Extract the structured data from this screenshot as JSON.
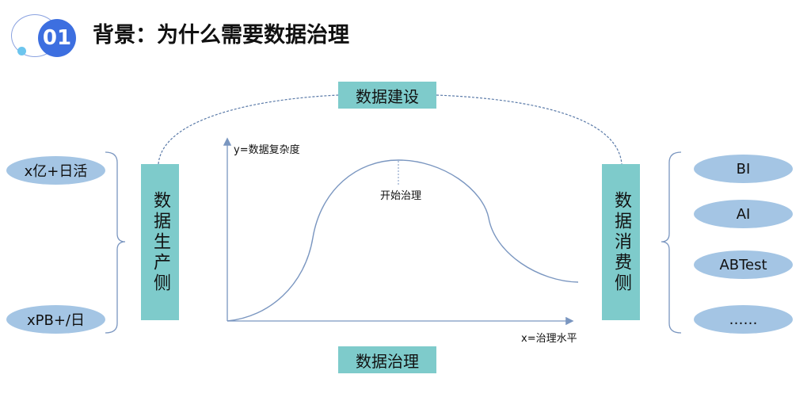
{
  "header": {
    "number": "01",
    "title": "背景：为什么需要数据治理"
  },
  "top_box": "数据建设",
  "bottom_box": "数据治理",
  "left_box": "数据生产侧",
  "right_box": "数据消费侧",
  "left_items": [
    "x亿+日活",
    "xPB+/日"
  ],
  "right_items": [
    "BI",
    "AI",
    "ABTest",
    "……"
  ],
  "chart": {
    "y_label": "y=数据复杂度",
    "x_label": "x=治理水平",
    "annotation": "开始治理"
  },
  "colors": {
    "box": "#7ecbcb",
    "ellipse": "#a4c5e4",
    "badge": "#3d6fe0",
    "curve": "#7a96c0"
  }
}
